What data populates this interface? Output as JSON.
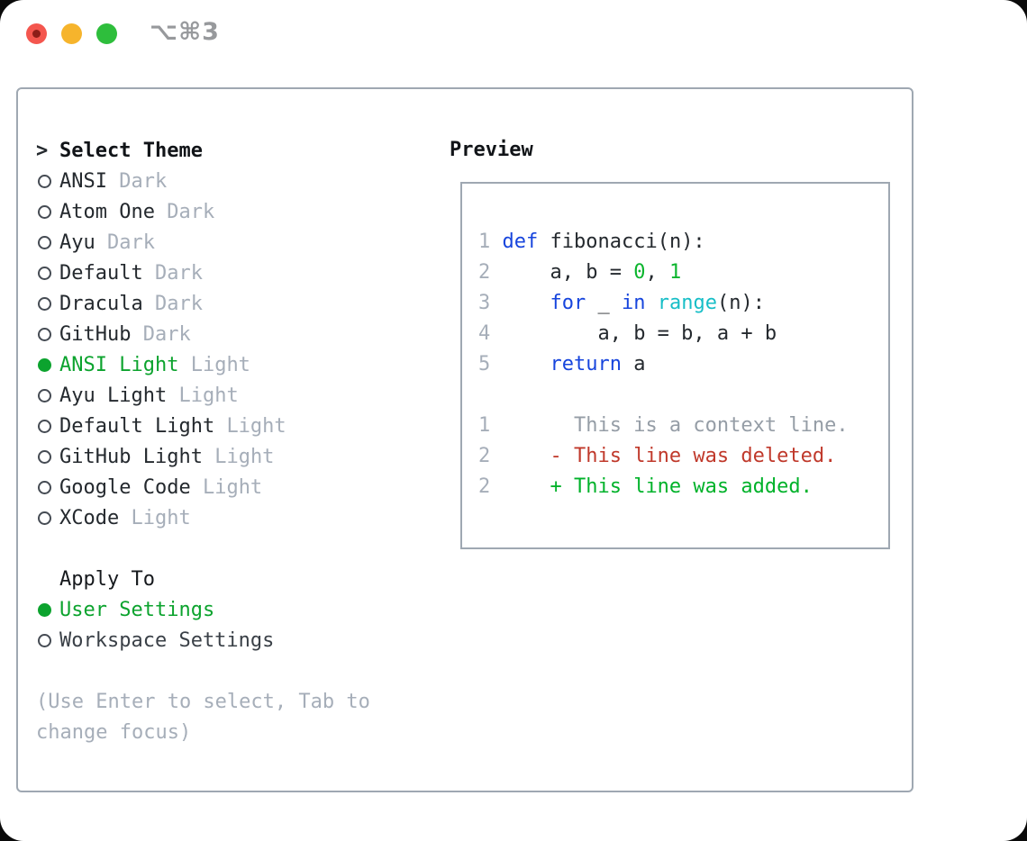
{
  "window": {
    "shortcut": "⌥⌘3",
    "traffic_lights": [
      "close",
      "minimize",
      "zoom"
    ]
  },
  "left": {
    "title": "Select Theme",
    "prompt": ">",
    "themes": [
      {
        "name": "ANSI",
        "variant": "Dark",
        "selected": false
      },
      {
        "name": "Atom One",
        "variant": "Dark",
        "selected": false
      },
      {
        "name": "Ayu",
        "variant": "Dark",
        "selected": false
      },
      {
        "name": "Default",
        "variant": "Dark",
        "selected": false
      },
      {
        "name": "Dracula",
        "variant": "Dark",
        "selected": false
      },
      {
        "name": "GitHub",
        "variant": "Dark",
        "selected": false
      },
      {
        "name": "ANSI Light",
        "variant": "Light",
        "selected": true
      },
      {
        "name": "Ayu Light",
        "variant": "Light",
        "selected": false
      },
      {
        "name": "Default Light",
        "variant": "Light",
        "selected": false
      },
      {
        "name": "GitHub Light",
        "variant": "Light",
        "selected": false
      },
      {
        "name": "Google Code",
        "variant": "Light",
        "selected": false
      },
      {
        "name": "XCode",
        "variant": "Light",
        "selected": false
      }
    ],
    "apply_to": {
      "title": "Apply To",
      "options": [
        {
          "label": "User Settings",
          "selected": true
        },
        {
          "label": "Workspace Settings",
          "selected": false
        }
      ]
    },
    "hint_lines": [
      "(Use Enter to select, Tab to",
      "change focus)"
    ]
  },
  "preview": {
    "title": "Preview",
    "code_lines": [
      {
        "num": "1",
        "tokens": [
          {
            "text": "def",
            "type": "keyword"
          },
          {
            "text": " fibonacci(n):",
            "type": "plain"
          }
        ]
      },
      {
        "num": "2",
        "tokens": [
          {
            "text": "    a, b = ",
            "type": "plain"
          },
          {
            "text": "0",
            "type": "number"
          },
          {
            "text": ", ",
            "type": "plain"
          },
          {
            "text": "1",
            "type": "number"
          }
        ]
      },
      {
        "num": "3",
        "tokens": [
          {
            "text": "    ",
            "type": "plain"
          },
          {
            "text": "for",
            "type": "keyword"
          },
          {
            "text": " _ ",
            "type": "plain"
          },
          {
            "text": "in",
            "type": "keyword"
          },
          {
            "text": " ",
            "type": "plain"
          },
          {
            "text": "range",
            "type": "builtin"
          },
          {
            "text": "(n):",
            "type": "plain"
          }
        ]
      },
      {
        "num": "4",
        "tokens": [
          {
            "text": "        a, b = b, a + b",
            "type": "plain"
          }
        ]
      },
      {
        "num": "5",
        "tokens": [
          {
            "text": "    ",
            "type": "plain"
          },
          {
            "text": "return",
            "type": "keyword"
          },
          {
            "text": " a",
            "type": "plain"
          }
        ]
      },
      {
        "num": "",
        "tokens": []
      },
      {
        "num": "1",
        "tokens": [
          {
            "text": "      This is a context line.",
            "type": "context"
          }
        ]
      },
      {
        "num": "2",
        "tokens": [
          {
            "text": "    - This line was deleted.",
            "type": "deleted"
          }
        ]
      },
      {
        "num": "2",
        "tokens": [
          {
            "text": "    + This line was added.",
            "type": "added"
          }
        ]
      }
    ]
  },
  "colors": {
    "accent_green": "#0ca32e",
    "keyword_blue": "#1745dd",
    "builtin_cyan": "#17bec7",
    "number_green": "#0cb52e",
    "added_green": "#00b22a",
    "deleted_red": "#c0392b",
    "muted_gray": "#a6aeb9",
    "context_gray": "#959da6",
    "text_dark": "#24292e",
    "panel_border": "#9fa8b2"
  }
}
